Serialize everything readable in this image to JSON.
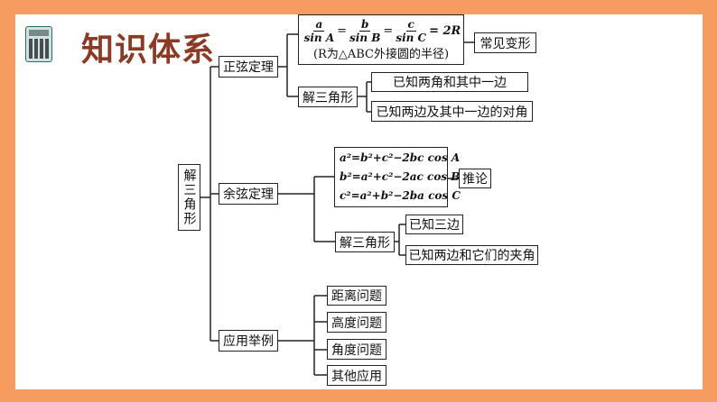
{
  "title": "知识体系",
  "root": "解三角形",
  "branches": {
    "sine": {
      "label": "正弦定理",
      "formula": {
        "f1n": "a",
        "f1d": "sin A",
        "f2n": "b",
        "f2d": "sin B",
        "f3n": "c",
        "f3d": "sin C",
        "eq": "=",
        "rhs": "= 2R",
        "note": "(R为△ABC外接圆的半径)"
      },
      "variant": "常见变形",
      "solve": "解三角形",
      "cases": [
        "已知两角和其中一边",
        "已知两边及其中一边的对角"
      ]
    },
    "cosine": {
      "label": "余弦定理",
      "formulas": [
        "a²=b²+c²−2bc cos A",
        "b²=a²+c²−2ac cos B",
        "c²=a²+b²−2ba cos C"
      ],
      "corollary": "推论",
      "solve": "解三角形",
      "cases": [
        "已知三边",
        "已知两边和它们的夹角"
      ]
    },
    "apps": {
      "label": "应用举例",
      "items": [
        "距离问题",
        "高度问题",
        "角度问题",
        "其他应用"
      ]
    }
  },
  "colors": {
    "border": "#F79C61",
    "title": "#8B3A26"
  }
}
